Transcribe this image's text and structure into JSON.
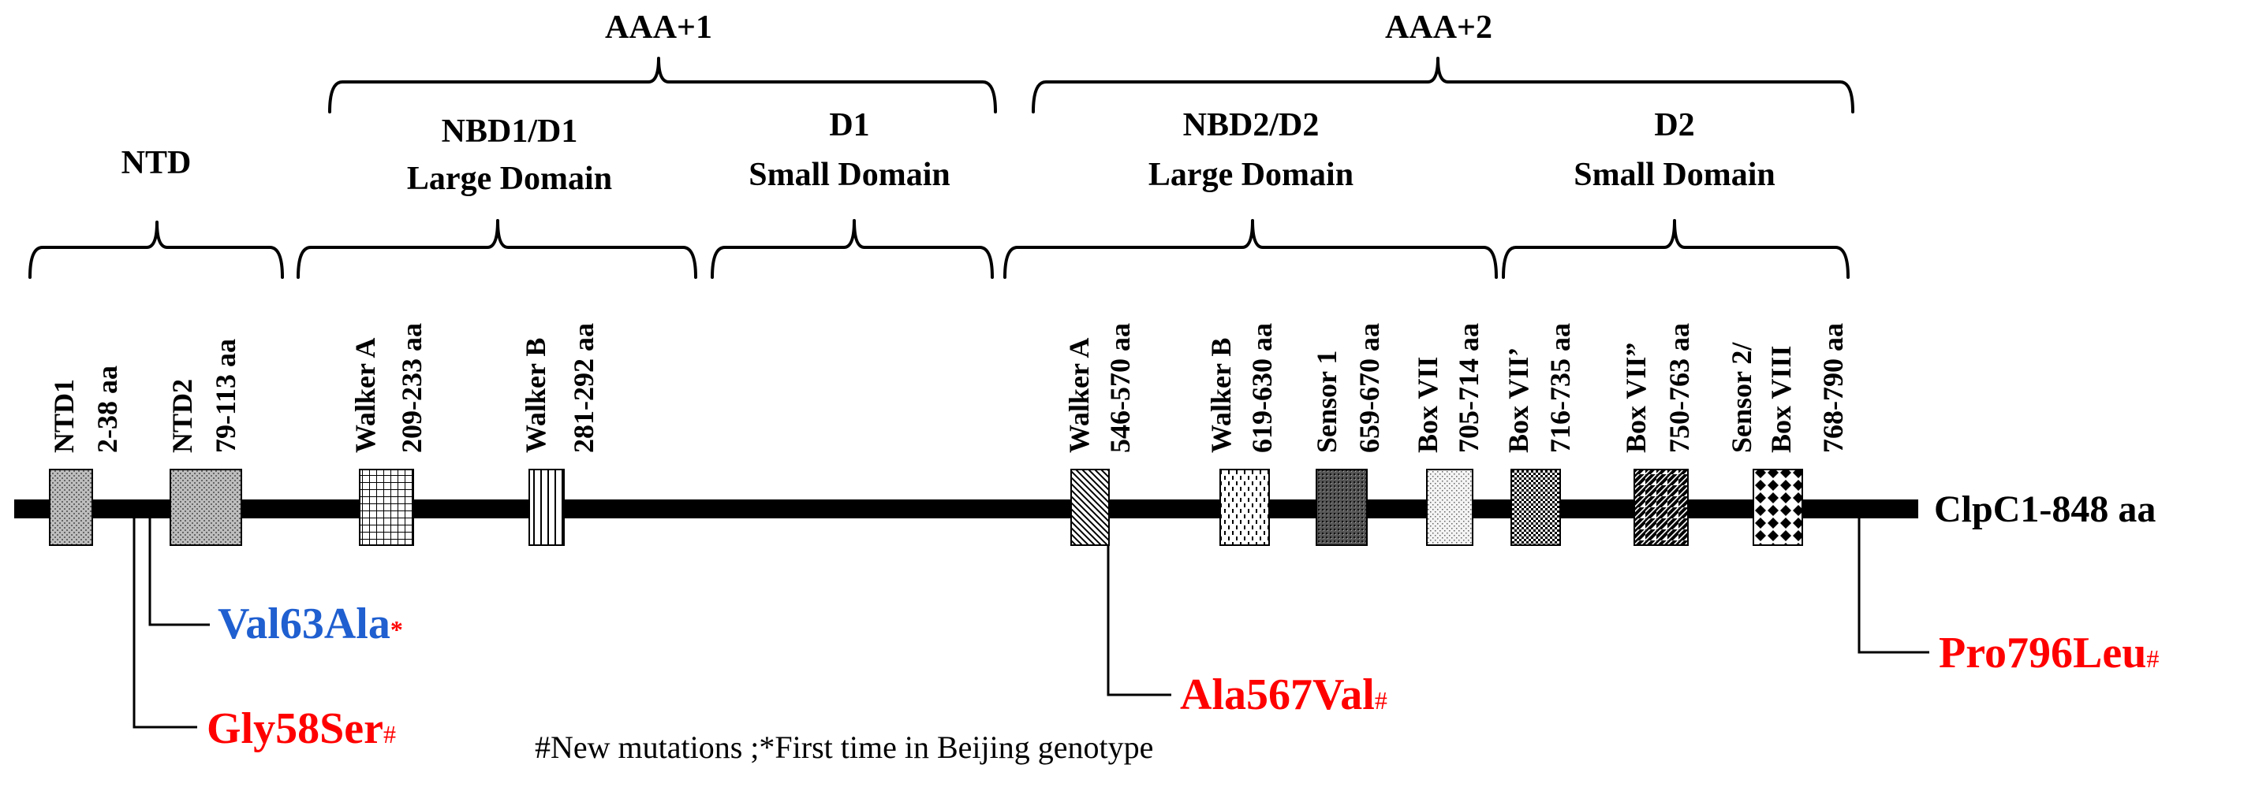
{
  "protein_label": "ClpC1-848 aa",
  "top_groups": [
    {
      "label": "AAA+1"
    },
    {
      "label": "AAA+2"
    }
  ],
  "domains": [
    {
      "lines": [
        "NTD"
      ]
    },
    {
      "lines": [
        "NBD1/D1",
        "Large Domain"
      ]
    },
    {
      "lines": [
        "D1",
        "Small Domain"
      ]
    },
    {
      "lines": [
        "NBD2/D2",
        "Large Domain"
      ]
    },
    {
      "lines": [
        "D2",
        "Small Domain"
      ]
    }
  ],
  "motifs": [
    {
      "name": "NTD1",
      "range": "2-38 aa",
      "pattern": "pat-dots"
    },
    {
      "name": "NTD2",
      "range": "79-113 aa",
      "pattern": "pat-dots"
    },
    {
      "name": "Walker A",
      "range": "209-233 aa",
      "pattern": "pat-grid"
    },
    {
      "name": "Walker B",
      "range": "281-292 aa",
      "pattern": "pat-vert"
    },
    {
      "name": "Walker A",
      "range": "546-570 aa",
      "pattern": "pat-diag"
    },
    {
      "name": "Walker B",
      "range": "619-630 aa",
      "pattern": "pat-dash"
    },
    {
      "name": "Sensor 1",
      "range": "659-670 aa",
      "pattern": "pat-dense"
    },
    {
      "name": "Box VII",
      "range": "705-714 aa",
      "pattern": "pat-fine"
    },
    {
      "name": "Box VII’",
      "range": "716-735 aa",
      "pattern": "pat-check"
    },
    {
      "name": "Box VII”",
      "range": "750-763 aa",
      "pattern": "pat-wide"
    },
    {
      "name": "Sensor 2/",
      "name2": "Box VIII",
      "range": "768-790 aa",
      "pattern": "pat-diamond"
    }
  ],
  "mutations": [
    {
      "label": "Val63Ala",
      "mark": "*",
      "color": "#1F5FD0"
    },
    {
      "label": "Gly58Ser",
      "mark": "#",
      "color": "#FF0000"
    },
    {
      "label": "Ala567Val",
      "mark": "#",
      "color": "#FF0000"
    },
    {
      "label": "Pro796Leu",
      "mark": "#",
      "color": "#FF0000"
    }
  ],
  "footnote": "#New mutations ;*First time in Beijing genotype",
  "colors": {
    "line": "#000000",
    "new_mutation": "#FF0000",
    "first_time_mutation": "#1F5FD0"
  }
}
